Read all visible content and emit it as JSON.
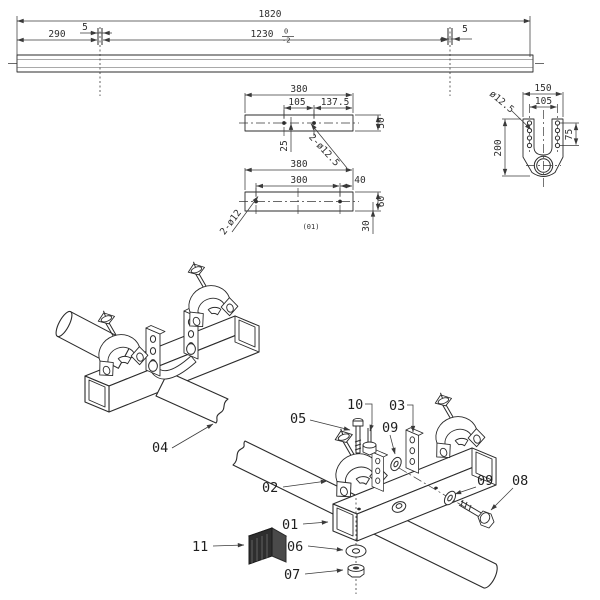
{
  "drawing": {
    "top_view": {
      "dim_overall": "1820",
      "dim_left_offset": "290",
      "dim_tab_left": "5",
      "dim_center_len": "1230",
      "tol_top": "0",
      "tol_bottom": "-2",
      "dim_tab_right": "5"
    },
    "detail_plate_a": {
      "dim_length": "380",
      "dim_hole_spacing": "105",
      "dim_hole_to_end": "137.5",
      "dim_height": "50",
      "dim_hole_offset": "25",
      "label_holes": "2-ø12.5"
    },
    "detail_plate_b": {
      "dim_length": "380",
      "dim_hole_spacing": "300",
      "dim_hole_to_end": "40",
      "dim_height": "60",
      "dim_hole_offset": "30",
      "label_holes": "2-ø12",
      "part_ref": "(01)"
    },
    "detail_clevis": {
      "dim_width": "150",
      "dim_hole_spacing": "105",
      "dim_hole_dia": "ø12.5",
      "dim_height": "200",
      "dim_hole_pitch": "75"
    },
    "callouts": {
      "c01": "01",
      "c02": "02",
      "c03": "03",
      "c04": "04",
      "c05": "05",
      "c06": "06",
      "c07": "07",
      "c08": "08",
      "c09": "09",
      "c10": "10",
      "c11": "11"
    },
    "colors": {
      "line": "#2b2b2b",
      "dim": "#3a3a3a",
      "background": "#ffffff"
    }
  }
}
